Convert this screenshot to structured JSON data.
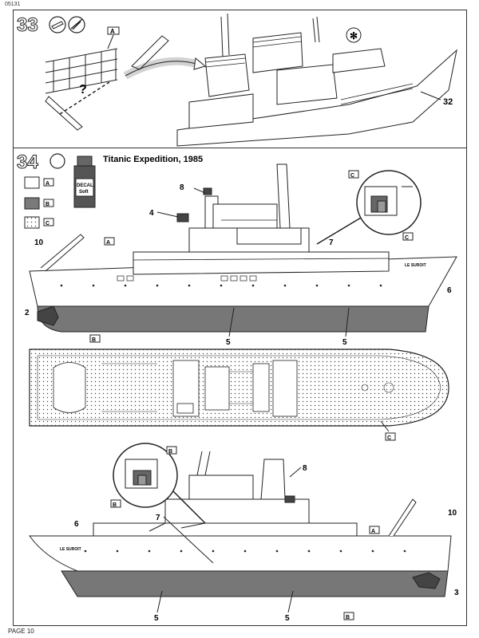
{
  "document_code": "05131",
  "page_label": "PAGE 10",
  "step33": {
    "number": "33",
    "part_ref": "32",
    "question": "?",
    "paint_tag": "A"
  },
  "step34": {
    "number": "34",
    "title": "Titanic Expedition, 1985",
    "decal_text": "DECAL",
    "decal_sub": "Soft",
    "legend": [
      {
        "tag": "A",
        "fill": "#ffffff"
      },
      {
        "tag": "B",
        "fill": "#7a7a7a"
      },
      {
        "tag": "C",
        "fill": "dotted"
      }
    ],
    "ship_name": "LE SUROIT",
    "decal_numbers": {
      "flag_mast": "8",
      "flag_side": "4",
      "stern_mark": "10",
      "name_decal": "6",
      "hull_stripe": "5",
      "bow_mark": "2",
      "deck_mark": "7",
      "stern_bottom": "3"
    },
    "color_tags": {
      "a": "A",
      "b": "B",
      "c": "C"
    }
  }
}
